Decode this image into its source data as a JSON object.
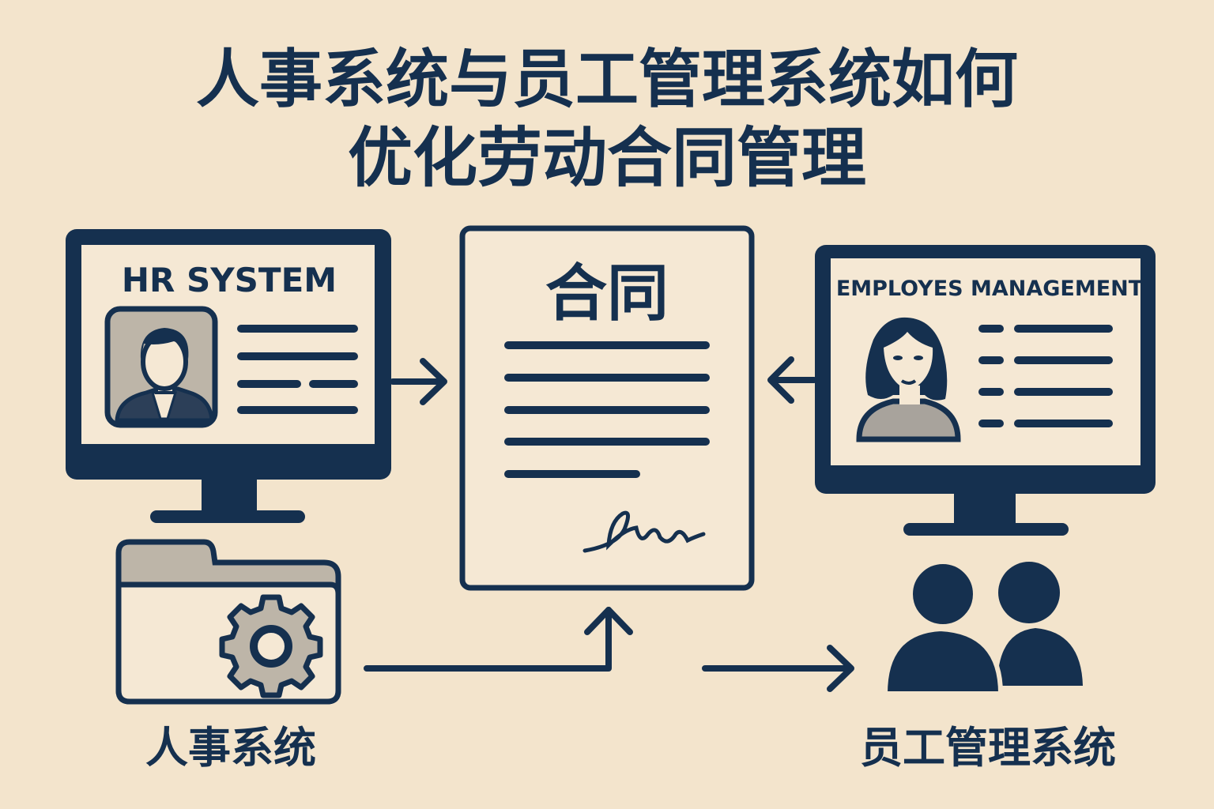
{
  "title": {
    "line1": "人事系统与员工管理系统如何",
    "line2": "优化劳动合同管理"
  },
  "hr_monitor": {
    "screen_title": "HR SYSTEM"
  },
  "contract": {
    "title": "合同"
  },
  "employee_monitor": {
    "screen_title": "EMPLOYES MANAGEMENT"
  },
  "labels": {
    "hr_system": "人事系统",
    "employee_system": "员工管理系统"
  },
  "colors": {
    "background": "#f3e4cc",
    "navy": "#15304f",
    "screen": "#f5e8d4",
    "gray": "#bdb5a8"
  }
}
